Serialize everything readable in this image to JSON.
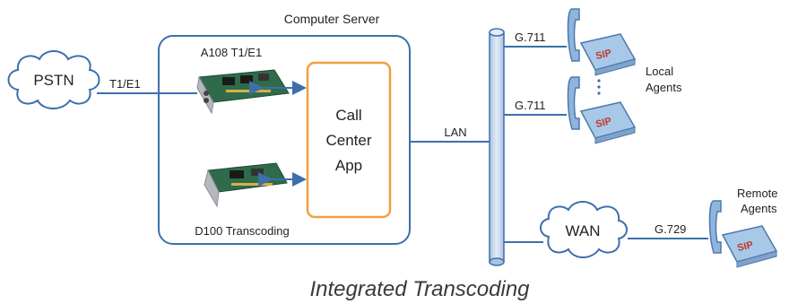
{
  "diagram": {
    "caption": "Integrated Transcoding",
    "server_label": "Computer Server",
    "pstn_label": "PSTN",
    "t1e1_link_label": "T1/E1",
    "card_a108_label": "A108 T1/E1",
    "card_d100_label": "D100 Transcoding",
    "app_label_lines": [
      "Call",
      "Center",
      "App"
    ],
    "lan_label": "LAN",
    "wan_label": "WAN",
    "codec_local_1": "G.711",
    "codec_local_2": "G.711",
    "codec_remote": "G.729",
    "local_agents_lines": [
      "Local",
      "Agents"
    ],
    "remote_agents_lines": [
      "Remote",
      "Agents"
    ],
    "phone_badge": "SIP",
    "colors": {
      "line": "#3d6fad",
      "server_border": "#3d6fad",
      "app_border": "#f0a040",
      "bus_fill": "#c9d9ec",
      "phone_body": "#a8c8e8",
      "card_pcb": "#2f6b4a"
    }
  }
}
